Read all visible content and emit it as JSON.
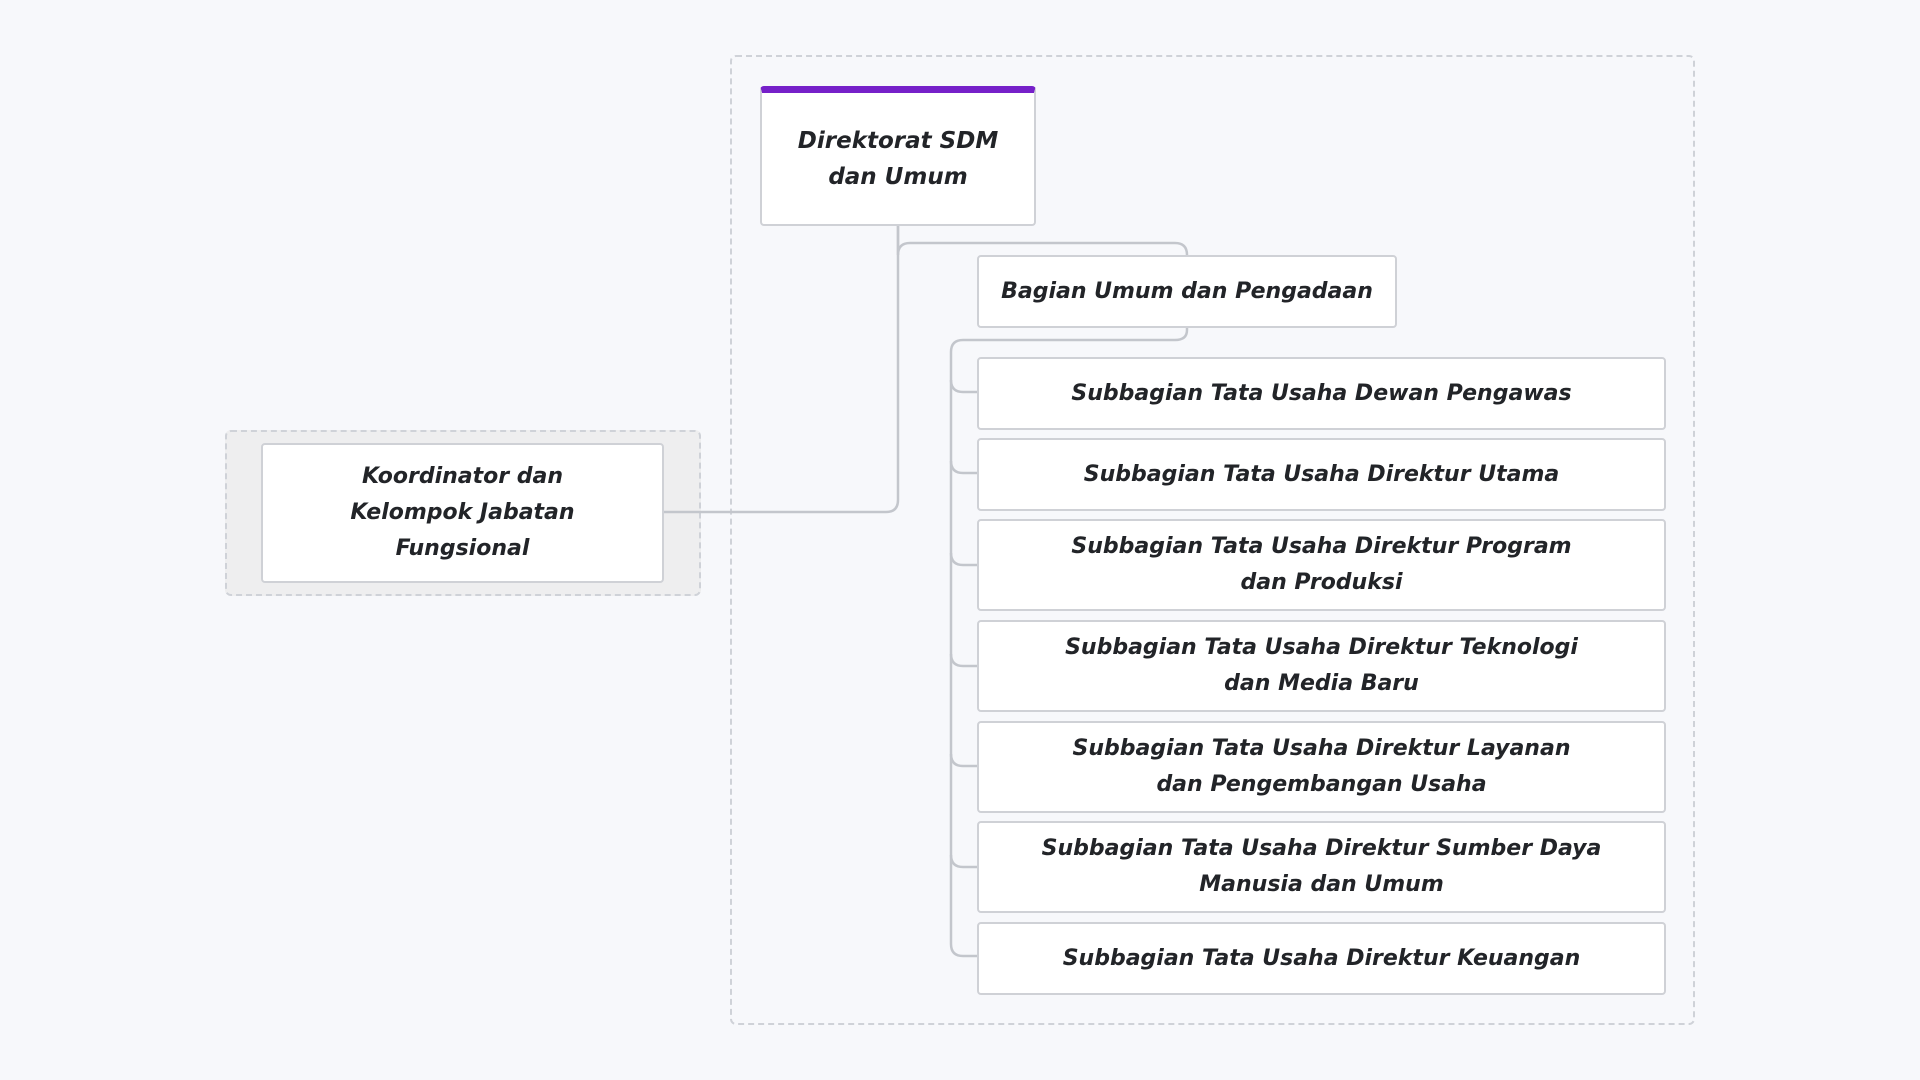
{
  "diagram": {
    "root": {
      "label": "Direktorat SDM dan Umum",
      "accent": "#7620c9"
    },
    "koordinator": {
      "label": "Koordinator dan Kelompok Jabatan Fungsional"
    },
    "bagian": {
      "label": "Bagian Umum dan Pengadaan"
    },
    "subbagian": [
      {
        "label": "Subbagian Tata Usaha Dewan Pengawas"
      },
      {
        "label": "Subbagian Tata Usaha Direktur Utama"
      },
      {
        "label": "Subbagian Tata Usaha Direktur Program dan Produksi"
      },
      {
        "label": "Subbagian Tata Usaha Direktur Teknologi dan Media Baru"
      },
      {
        "label": "Subbagian Tata Usaha Direktur Layanan dan Pengembangan Usaha"
      },
      {
        "label": "Subbagian Tata Usaha Direktur Sumber Daya Manusia dan Umum"
      },
      {
        "label": "Subbagian Tata Usaha Direktur Keuangan"
      }
    ]
  }
}
